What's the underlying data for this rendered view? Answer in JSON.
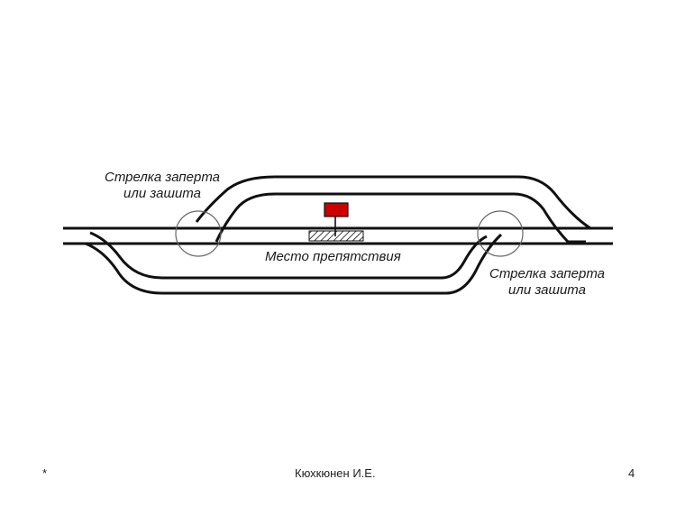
{
  "diagram": {
    "label_top_left": {
      "line1": "Стрелка заперта",
      "line2": "или зашита"
    },
    "label_obstacle": "Место препятствия",
    "label_bottom_right": {
      "line1": "Стрелка заперта",
      "line2": "или зашита"
    },
    "colors": {
      "track": "#111111",
      "signal": "#cc0000",
      "circle": "#666666"
    }
  },
  "footer": {
    "marker": "*",
    "author": "Кюхкюнен И.Е.",
    "page_number": "4"
  }
}
